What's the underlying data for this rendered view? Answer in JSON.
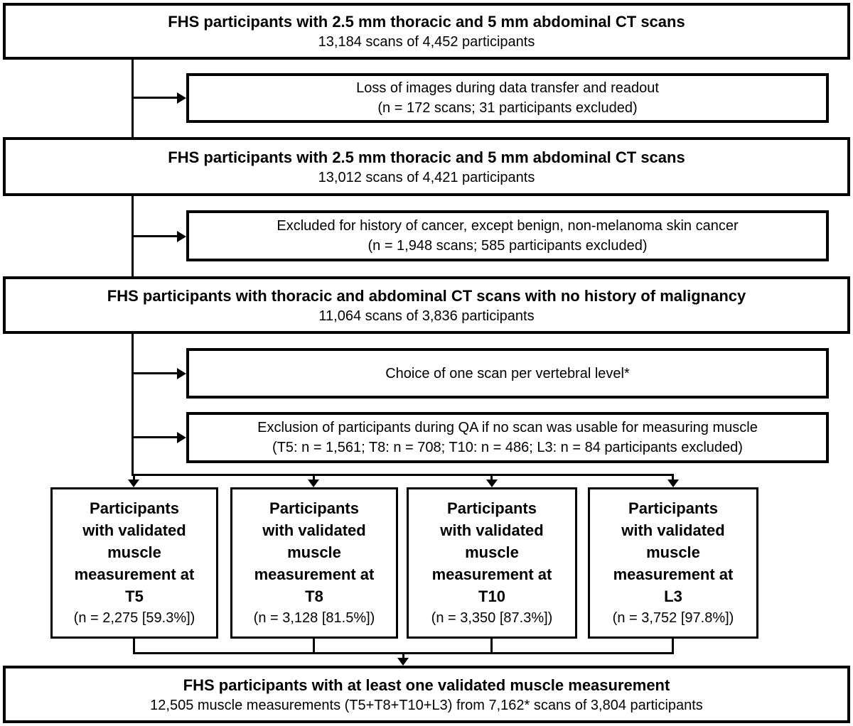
{
  "colors": {
    "line": "#000000",
    "background": "#ffffff",
    "text": "#000000"
  },
  "flow": {
    "stage1": {
      "title": "FHS participants with 2.5 mm thoracic and 5 mm abdominal CT scans",
      "subtitle": "13,184 scans of 4,452 participants"
    },
    "exclusion1": {
      "line1": "Loss of images during data transfer and readout",
      "line2": "(n = 172 scans; 31 participants excluded)"
    },
    "stage2": {
      "title": "FHS participants with 2.5 mm thoracic and 5 mm abdominal CT scans",
      "subtitle": "13,012 scans of 4,421 participants"
    },
    "exclusion2": {
      "line1": "Excluded for history of cancer, except benign, non-melanoma skin cancer",
      "line2": "(n = 1,948 scans; 585 participants excluded)"
    },
    "stage3": {
      "title": "FHS participants with thoracic and abdominal CT scans with no history of malignancy",
      "subtitle": "11,064 scans of 3,836 participants"
    },
    "step_choice": {
      "line1": "Choice of one scan per vertebral level*"
    },
    "exclusion3": {
      "line1": "Exclusion of participants during QA if no scan was usable for measuring muscle",
      "line2": "(T5: n = 1,561; T8: n = 708; T10: n = 486; L3: n = 84 participants excluded)"
    },
    "outcomes": [
      {
        "title": "Participants\nwith validated\nmuscle\nmeasurement at\nT5",
        "subtitle": "(n = 2,275 [59.3%])"
      },
      {
        "title": "Participants\nwith validated\nmuscle\nmeasurement at\nT8",
        "subtitle": "(n = 3,128 [81.5%])"
      },
      {
        "title": "Participants\nwith validated\nmuscle\nmeasurement at\nT10",
        "subtitle": "(n = 3,350 [87.3%])"
      },
      {
        "title": "Participants\nwith validated\nmuscle\nmeasurement at\nL3",
        "subtitle": "(n = 3,752 [97.8%])"
      }
    ],
    "final": {
      "title": "FHS participants with at least one validated muscle measurement",
      "subtitle": "12,505 muscle measurements (T5+T8+T10+L3) from 7,162* scans of 3,804 participants"
    }
  }
}
